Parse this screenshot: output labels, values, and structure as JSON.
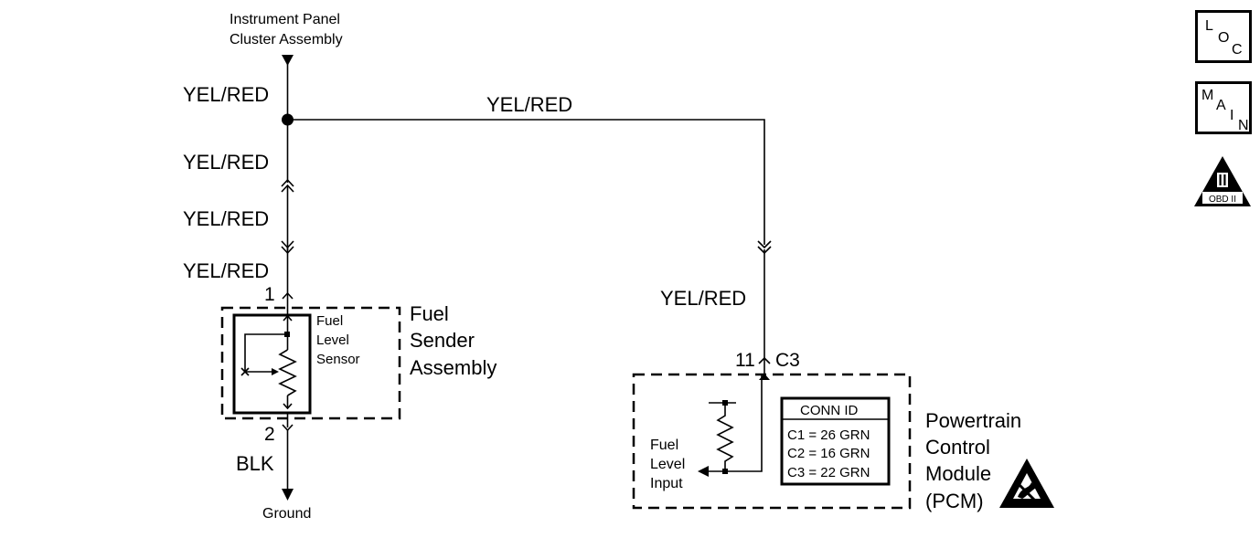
{
  "wire_color_labels": {
    "top": "YEL/RED",
    "mid1": "YEL/RED",
    "mid2": "YEL/RED",
    "mid3": "YEL/RED",
    "branch": "YEL/RED",
    "right": "YEL/RED"
  },
  "components": {
    "ipc_line1": "Instrument Panel",
    "ipc_line2": "Cluster Assembly",
    "sender_line1": "Fuel",
    "sender_line2": "Sender",
    "sender_line3": "Assembly",
    "sensor_line1": "Fuel",
    "sensor_line2": "Level",
    "sensor_line3": "Sensor",
    "ground_wire": "BLK",
    "ground": "Ground",
    "pcm_line1": "Powertrain",
    "pcm_line2": "Control",
    "pcm_line3": "Module",
    "pcm_line4": "(PCM)",
    "input_line1": "Fuel",
    "input_line2": "Level",
    "input_line3": "Input"
  },
  "pins": {
    "sender_pin1": "1",
    "sender_pin2": "2",
    "pcm_pin": "11",
    "pcm_connector": "C3"
  },
  "conn_id": {
    "title": "CONN ID",
    "rows": [
      "C1 = 26 GRN",
      "C2 = 16 GRN",
      "C3 = 22 GRN"
    ]
  },
  "legend_icons": {
    "loc": {
      "l": "L",
      "o": "O",
      "c": "C"
    },
    "main": {
      "m": "M",
      "a": "A",
      "i": "I",
      "n": "N"
    },
    "obd": {
      "numeral": "II",
      "text": "OBD II"
    }
  }
}
